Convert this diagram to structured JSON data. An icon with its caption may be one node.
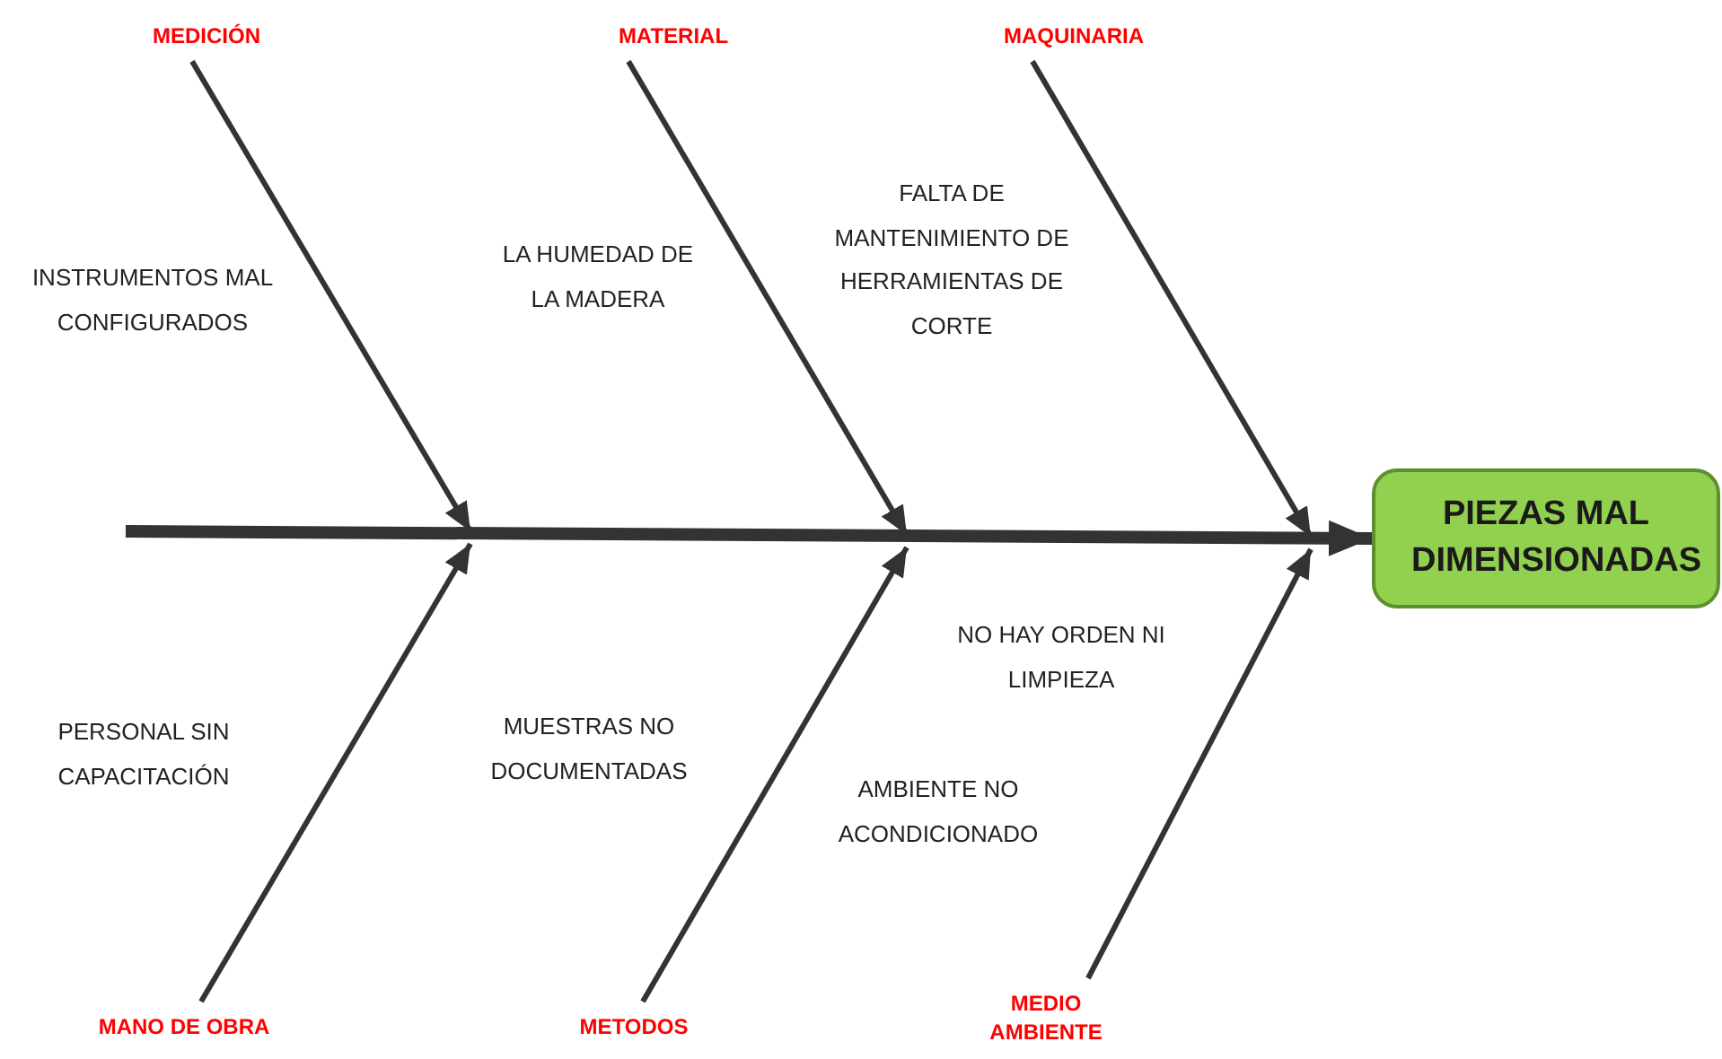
{
  "diagram": {
    "nodes": [
      {
        "text": [
          "MEDICIÓN"
        ]
      },
      {
        "text": [
          "MATERIAL"
        ]
      },
      {
        "text": [
          "MAQUINARIA"
        ]
      },
      {
        "text": [
          "PIEZAS MAL DIMENSIONADAS"
        ]
      },
      {
        "text": [
          "MANO DE OBRA"
        ]
      },
      {
        "text": [
          "METODOS"
        ]
      },
      {
        "text": [
          "MEDIO AMBIENTE"
        ]
      }
    ],
    "edges": [
      {
        "from": null,
        "to": 3,
        "arrow": "to",
        "style": "thick"
      },
      {
        "from": 0,
        "to": null,
        "arrow": "to"
      },
      {
        "from": 1,
        "to": null,
        "arrow": "to"
      },
      {
        "from": 2,
        "to": null,
        "arrow": "to"
      },
      {
        "from": 4,
        "to": null,
        "arrow": "to"
      },
      {
        "from": 5,
        "to": null,
        "arrow": "to"
      },
      {
        "from": 6,
        "to": null,
        "arrow": "to"
      }
    ],
    "labels": [
      "INSTRUMENTOS MAL CONFIGURADOS",
      "LA HUMEDAD DE LA MADERA",
      "FALTA DE MANTENIMIENTO DE HERRAMIENTAS DE CORTE",
      "NO HAY ORDEN NI LIMPIEZA",
      "PERSONAL SIN CAPACITACIÓN",
      "MUESTRAS NO DOCUMENTADAS",
      "AMBIENTE NO ACONDICIONADO"
    ]
  }
}
